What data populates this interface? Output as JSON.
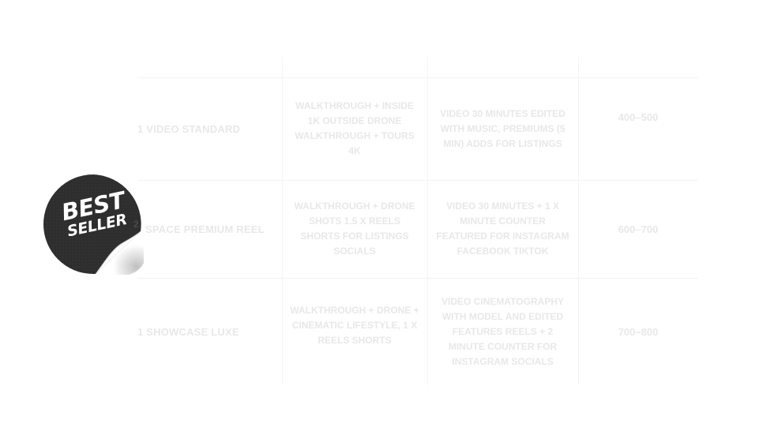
{
  "badge": {
    "line1": "BEST",
    "line2": "SELLER",
    "number": "2"
  },
  "packages": [
    {
      "name": "1 VIDEO STANDARD",
      "description": "WALKTHROUGH + INSIDE 1K OUTSIDE DRONE WALKTHROUGH + TOURS 4K",
      "highlights": "VIDEO 30 MINUTES EDITED WITH MUSIC, PREMIUMS (5 MIN) ADDS FOR LISTINGS",
      "price": "400–500"
    },
    {
      "name": "SPACE PREMIUM REEL",
      "description": "WALKTHROUGH + DRONE SHOTS 1.5 X REELS SHORTS FOR LISTINGS SOCIALS",
      "highlights": "VIDEO 30 MINUTES + 1 X MINUTE COUNTER FEATURED FOR INSTAGRAM FACEBOOK TIKTOK",
      "price": "600–700"
    },
    {
      "name": "1 SHOWCASE LUXE",
      "description": "WALKTHROUGH + DRONE + CINEMATIC LIFESTYLE, 1 X REELS SHORTS",
      "highlights": "VIDEO CINEMATOGRAPHY WITH MODEL AND EDITED FEATURES REELS + 2 MINUTE COUNTER FOR INSTAGRAM SOCIALS",
      "price": "700–800"
    }
  ],
  "colors": {
    "faded_text": "#e8e8e8",
    "badge_dark": "#2e2e2e",
    "badge_curl": "#f2f2f2"
  }
}
